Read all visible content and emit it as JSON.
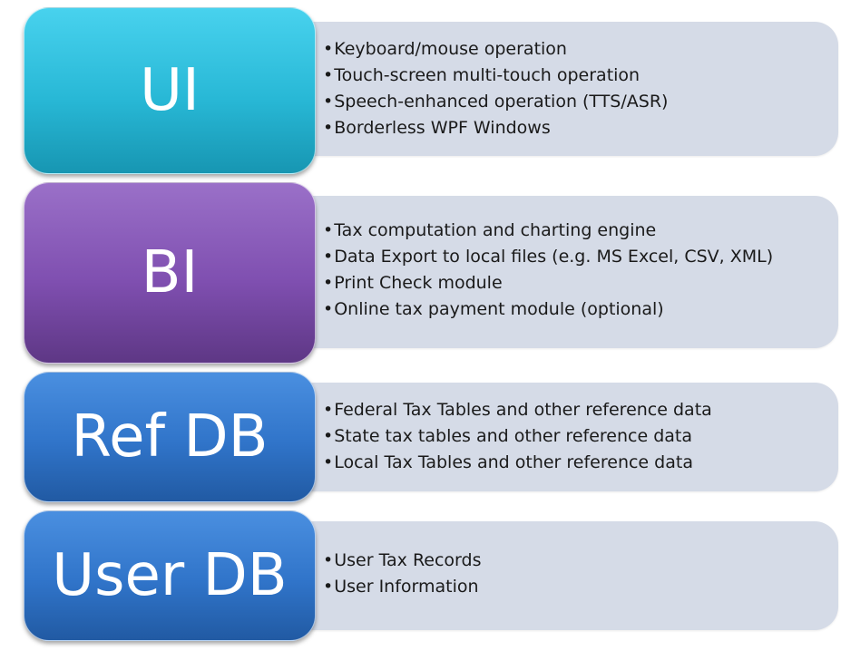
{
  "layers": [
    {
      "id": "ui",
      "title": "UI",
      "items": [
        "Keyboard/mouse operation",
        "Touch-screen multi-touch operation",
        "Speech-enhanced operation (TTS/ASR)",
        "Borderless WPF Windows"
      ],
      "color": "#2ec0de"
    },
    {
      "id": "bi",
      "title": "BI",
      "items": [
        "Tax computation and charting engine",
        "Data Export to local files (e.g. MS Excel, CSV, XML)",
        "Print Check module",
        "Online tax payment module (optional)"
      ],
      "color": "#8656b5"
    },
    {
      "id": "ref-db",
      "title": "Ref DB",
      "items": [
        "Federal Tax Tables and other reference data",
        "State tax tables and other reference data",
        "Local Tax Tables and other reference data"
      ],
      "color": "#3278cc"
    },
    {
      "id": "user-db",
      "title": "User DB",
      "items": [
        "User Tax Records",
        "User Information"
      ],
      "color": "#3278cc"
    }
  ]
}
